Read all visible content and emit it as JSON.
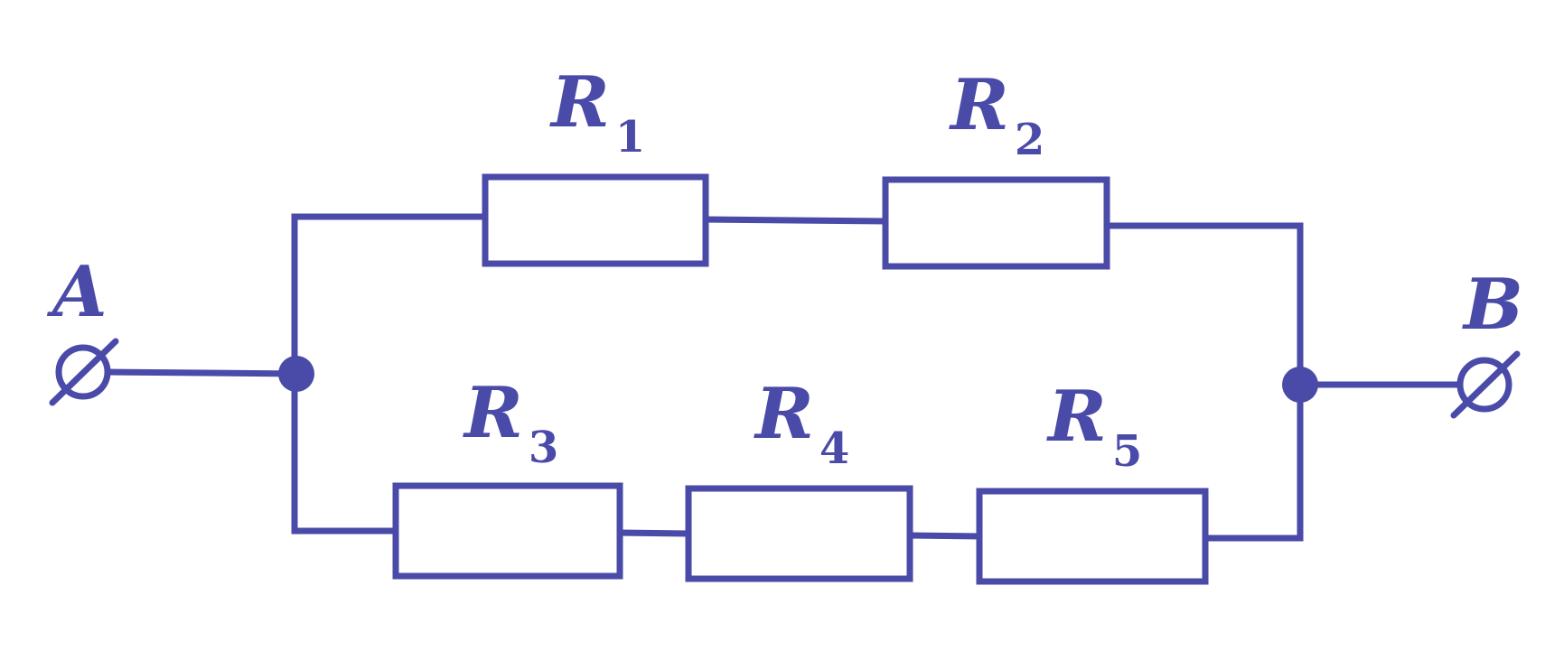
{
  "colors": {
    "ink": "#4a4aa8",
    "background": "#ffffff"
  },
  "terminals": {
    "a": {
      "label": "A"
    },
    "b": {
      "label": "B"
    }
  },
  "resistors": [
    {
      "letter": "R",
      "index": "1"
    },
    {
      "letter": "R",
      "index": "2"
    },
    {
      "letter": "R",
      "index": "3"
    },
    {
      "letter": "R",
      "index": "4"
    },
    {
      "letter": "R",
      "index": "5"
    }
  ]
}
